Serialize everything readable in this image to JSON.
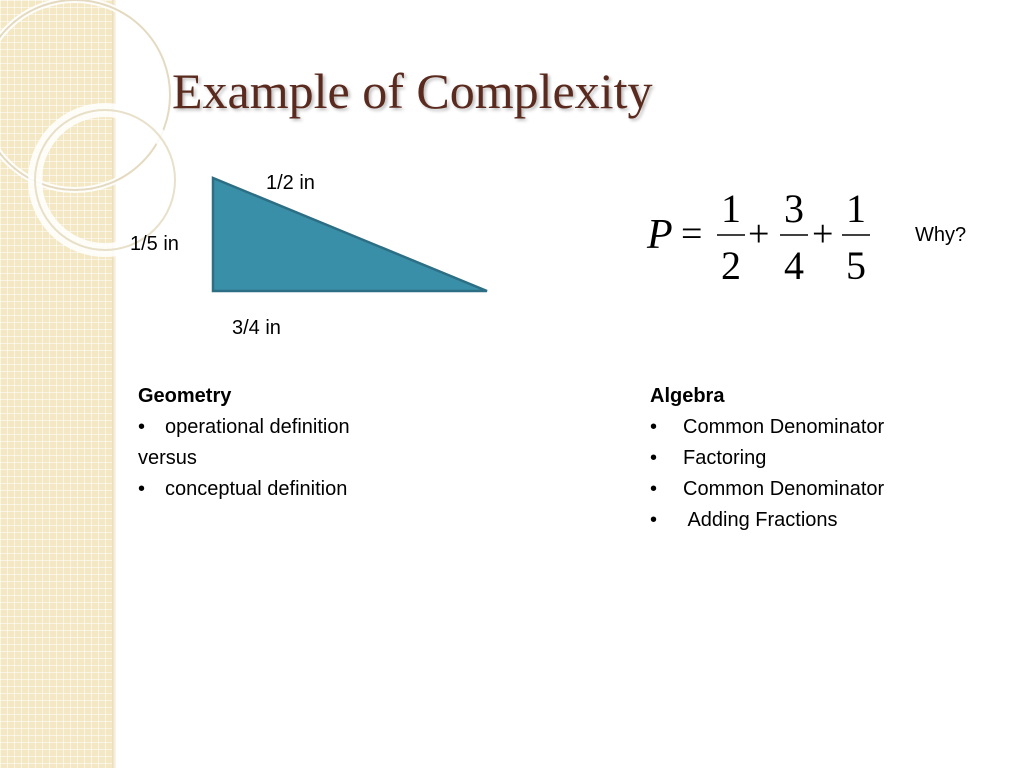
{
  "slide": {
    "title": "Example of Complexity"
  },
  "triangle": {
    "top_label": "1/2 in",
    "left_label": "1/5  in",
    "bottom_label": "3/4 in",
    "fill_color": "#3a8fa8",
    "stroke_color": "#2c6f85"
  },
  "formula": {
    "variable": "P",
    "equals": "=",
    "plus": "+",
    "fractions": [
      {
        "numerator": "1",
        "denominator": "2"
      },
      {
        "numerator": "3",
        "denominator": "4"
      },
      {
        "numerator": "1",
        "denominator": "5"
      }
    ],
    "question": "Why?"
  },
  "geometry": {
    "heading": "Geometry",
    "bullet": "•",
    "item1": "operational definition",
    "middle": "versus",
    "item2": "conceptual definition"
  },
  "algebra": {
    "heading": "Algebra",
    "bullet": "•",
    "items": [
      "Common Denominator",
      "Factoring",
      "Common Denominator",
      " Adding Fractions"
    ]
  },
  "colors": {
    "title": "#5a2a1e",
    "sidebar": "#f3e7c4"
  }
}
